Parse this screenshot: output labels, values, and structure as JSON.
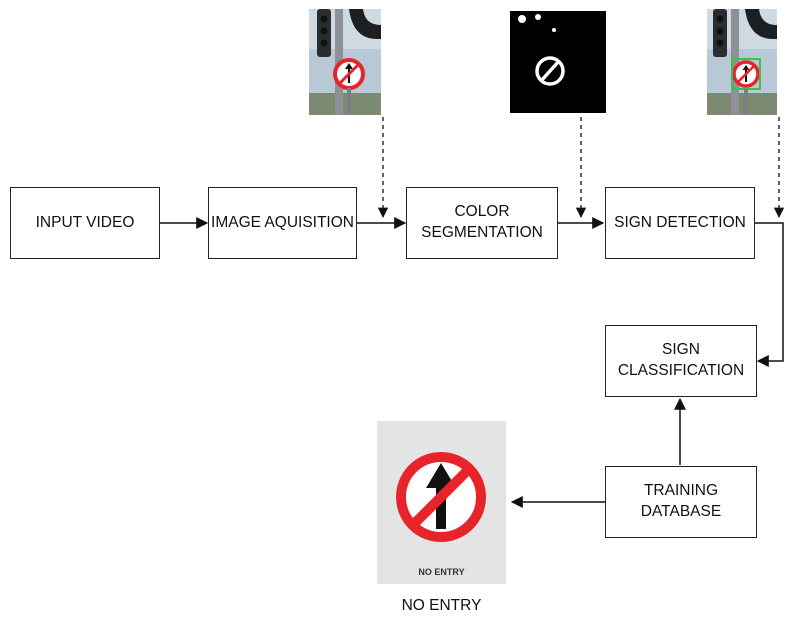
{
  "boxes": {
    "input_video": "INPUT VIDEO",
    "image_acquisition": "IMAGE AQUISITION",
    "color_segmentation": "COLOR\nSEGMENTATION",
    "sign_detection": "SIGN DETECTION",
    "sign_classification": "SIGN\nCLASSIFICATION",
    "training_database": "TRAINING\nDATABASE"
  },
  "output": {
    "sign_text": "NO ENTRY",
    "caption": "NO ENTRY"
  },
  "colors": {
    "sign_red": "#e8242b",
    "detection_box": "#3cc04a",
    "sky": "#b9c8d6"
  },
  "thumbnails": [
    "traffic-light-photo",
    "segmentation-mask",
    "detection-photo"
  ]
}
